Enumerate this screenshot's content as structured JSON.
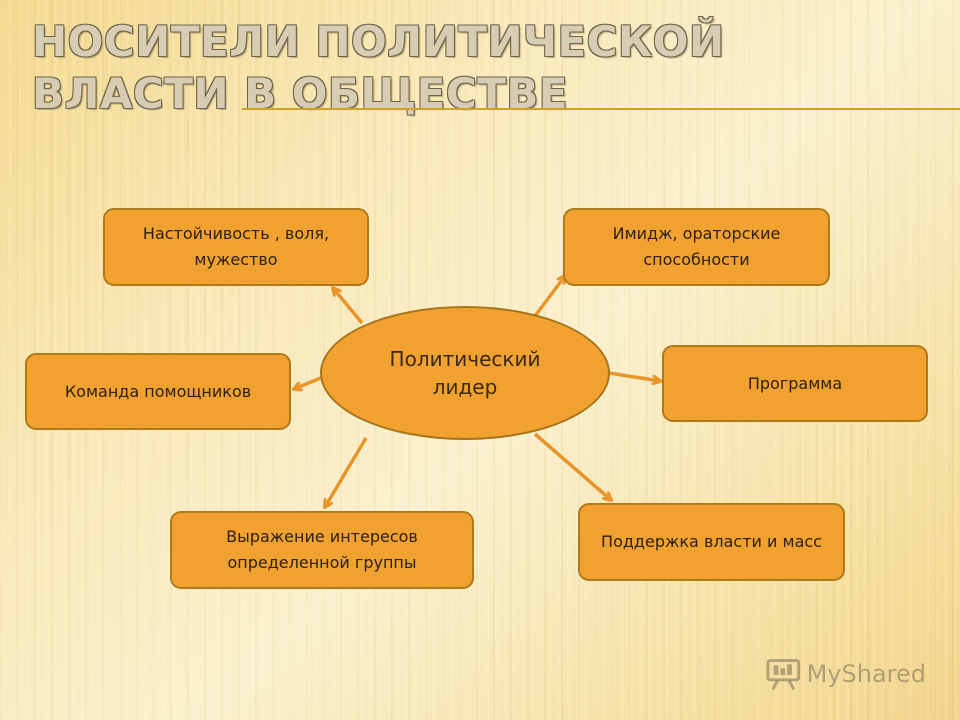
{
  "slide": {
    "title": "НОСИТЕЛИ ПОЛИТИЧЕСКОЙ ВЛАСТИ В ОБЩЕСТВЕ"
  },
  "diagram": {
    "center": "Политический лидер",
    "nodes": {
      "will": "Настойчивость , воля, мужество",
      "image": "Имидж, ораторские способности",
      "team": "Команда помощников",
      "program": "Программа",
      "interest": "Выражение интересов определенной группы",
      "support": "Поддержка власти и масс"
    }
  },
  "colors": {
    "node_fill": "#f0a12f",
    "node_border": "#b07a1a",
    "arrow": "#e8962a",
    "title_rule": "#cfa22b"
  },
  "watermark": {
    "icon": "presentation-board-icon",
    "text": "MyShared"
  }
}
